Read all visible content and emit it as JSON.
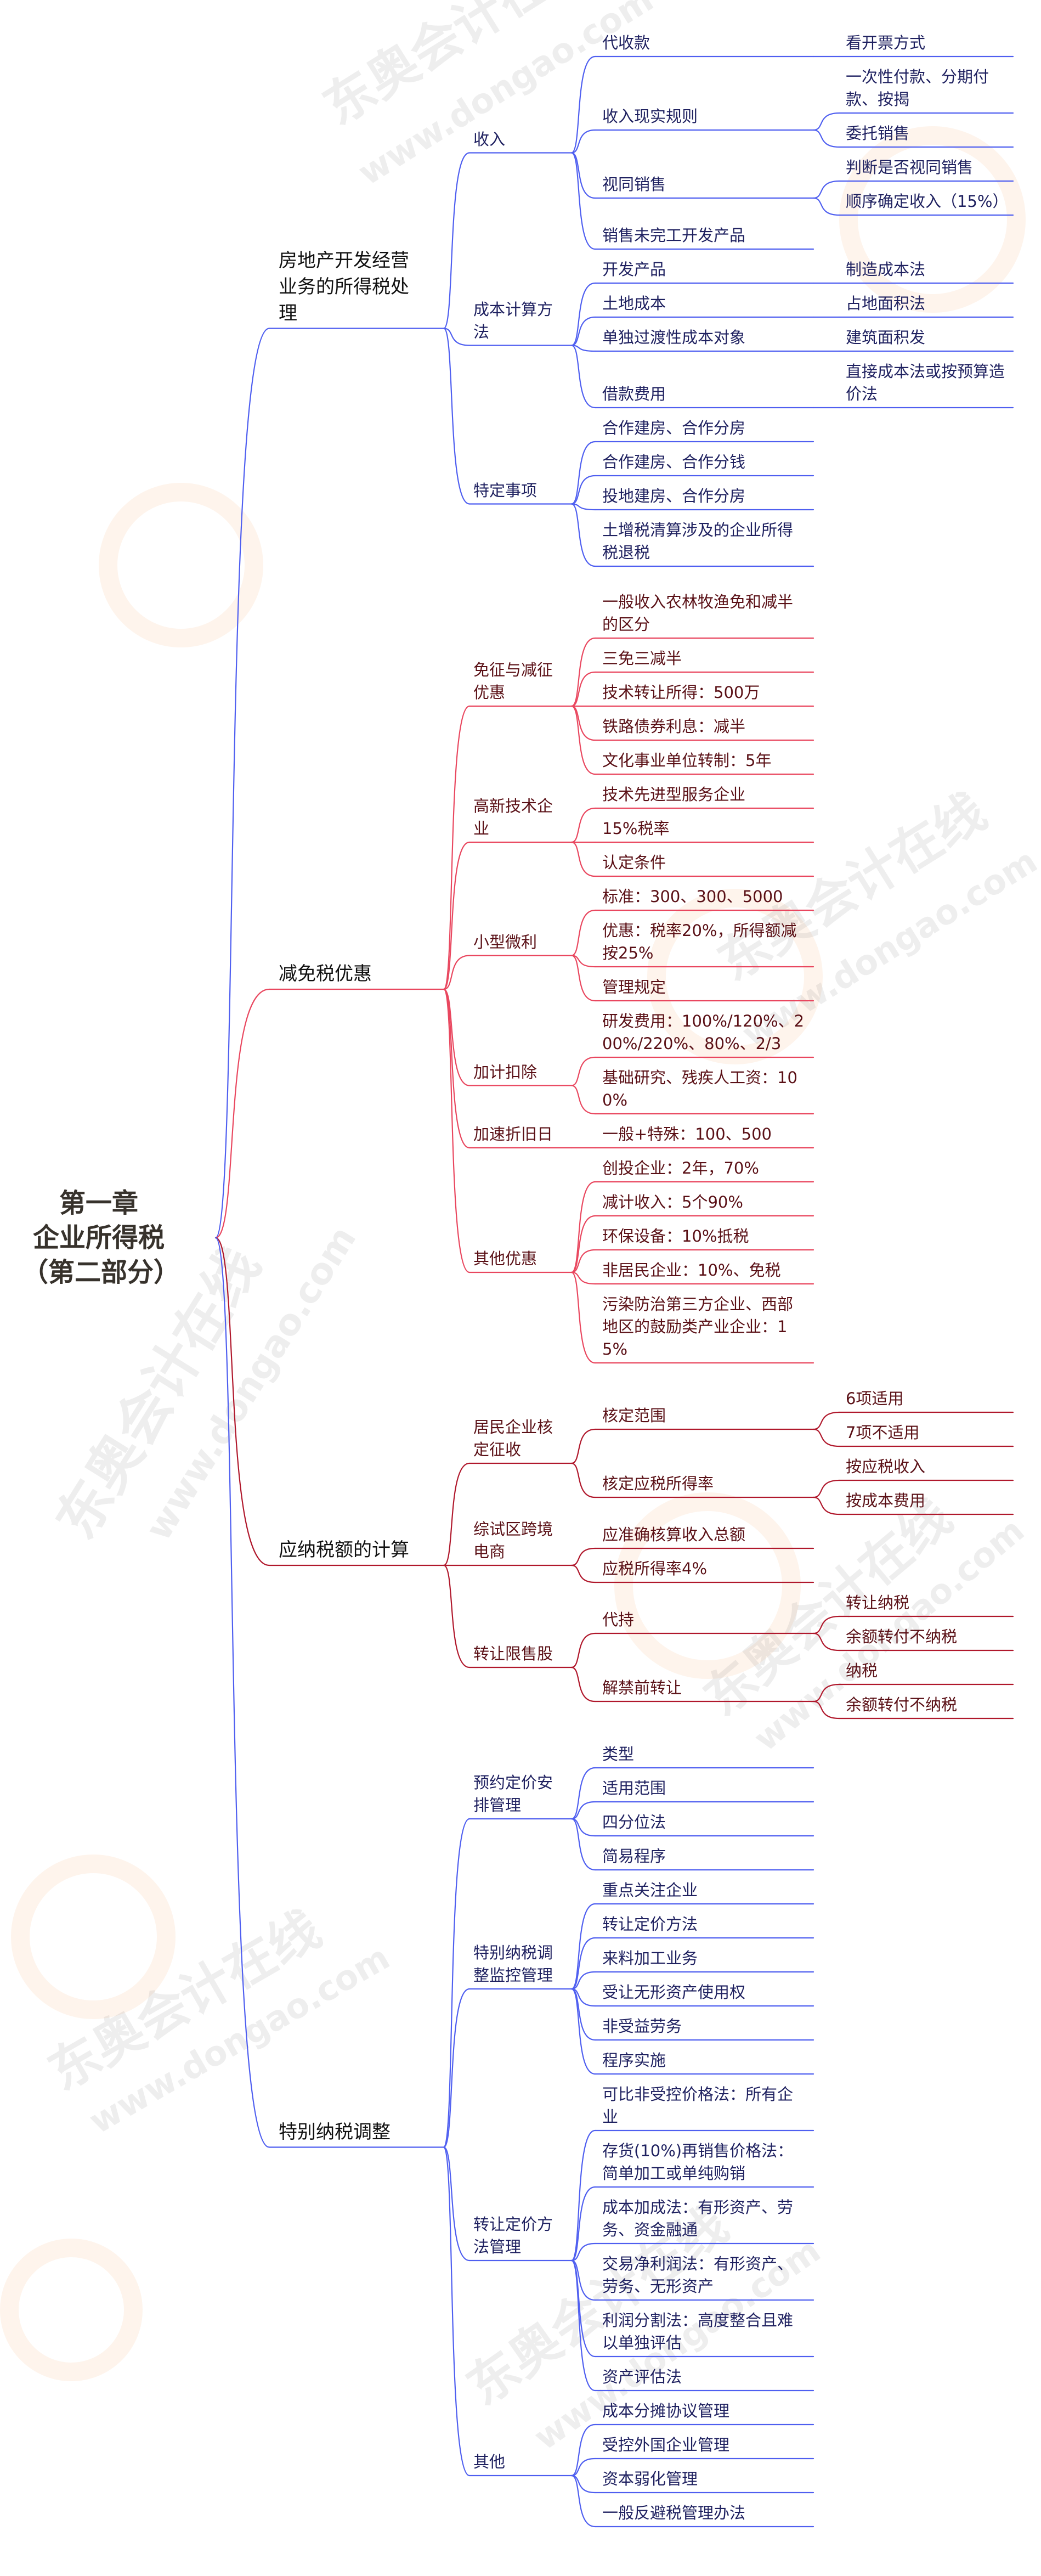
{
  "root": {
    "lines": [
      "第一章",
      "企业所得税",
      "（第二部分）"
    ]
  },
  "watermark": {
    "brand": "东奥会计在线",
    "url": "www.dongao.com",
    "ring_color": "#f59646"
  },
  "branches": [
    {
      "label": "房地产开发经营业务的所得税处理",
      "line_color": "#4f5ff0",
      "text_color": "#1f2160",
      "children": [
        {
          "label": "收入",
          "children": [
            {
              "label": "代收款",
              "children": [
                {
                  "label": "看开票方式"
                }
              ]
            },
            {
              "label": "收入现实规则",
              "children": [
                {
                  "label": "一次性付款、分期付款、按揭"
                },
                {
                  "label": "委托销售"
                }
              ]
            },
            {
              "label": "视同销售",
              "children": [
                {
                  "label": "判断是否视同销售"
                },
                {
                  "label": "顺序确定收入（15%）"
                }
              ]
            },
            {
              "label": "销售未完工开发产品"
            }
          ]
        },
        {
          "label": "成本计算方法",
          "children": [
            {
              "label": "开发产品",
              "children": [
                {
                  "label": "制造成本法"
                }
              ]
            },
            {
              "label": "土地成本",
              "children": [
                {
                  "label": "占地面积法"
                }
              ]
            },
            {
              "label": "单独过渡性成本对象",
              "children": [
                {
                  "label": "建筑面积发"
                }
              ]
            },
            {
              "label": "借款费用",
              "children": [
                {
                  "label": "直接成本法或按预算造价法"
                }
              ]
            }
          ]
        },
        {
          "label": "特定事项",
          "children": [
            {
              "label": "合作建房、合作分房"
            },
            {
              "label": "合作建房、合作分钱"
            },
            {
              "label": "投地建房、合作分房"
            },
            {
              "label": "土增税清算涉及的企业所得税退税"
            }
          ]
        }
      ]
    },
    {
      "label": "减免税优惠",
      "line_color": "#e9475f",
      "text_color": "#5a1016",
      "children": [
        {
          "label": "免征与减征优惠",
          "children": [
            {
              "label": "一般收入农林牧渔免和减半的区分"
            },
            {
              "label": "三免三减半"
            },
            {
              "label": "技术转让所得：500万"
            },
            {
              "label": "铁路债券利息：减半"
            },
            {
              "label": "文化事业单位转制：5年"
            }
          ]
        },
        {
          "label": "高新技术企业",
          "children": [
            {
              "label": "技术先进型服务企业"
            },
            {
              "label": "15%税率"
            },
            {
              "label": "认定条件"
            }
          ]
        },
        {
          "label": "小型微利",
          "children": [
            {
              "label": "标准：300、300、5000"
            },
            {
              "label": "优惠：税率20%，所得额减按25%"
            },
            {
              "label": "管理规定"
            }
          ]
        },
        {
          "label": "加计扣除",
          "children": [
            {
              "label": "研发费用：100%/120%、200%/220%、80%、2/3"
            },
            {
              "label": "基础研究、残疾人工资：100%"
            }
          ]
        },
        {
          "label": "加速折旧日",
          "children": [
            {
              "label": "一般+特殊：100、500"
            }
          ]
        },
        {
          "label": "其他优惠",
          "children": [
            {
              "label": "创投企业：2年，70%"
            },
            {
              "label": "减计收入：5个90%"
            },
            {
              "label": "环保设备：10%抵税"
            },
            {
              "label": "非居民企业：10%、免税"
            },
            {
              "label": "污染防治第三方企业、西部地区的鼓励类产业企业：15%"
            }
          ]
        }
      ]
    },
    {
      "label": "应纳税额的计算",
      "line_color": "#b0182c",
      "text_color": "#5a1016",
      "children": [
        {
          "label": "居民企业核定征收",
          "children": [
            {
              "label": "核定范围",
              "children": [
                {
                  "label": "6项适用"
                },
                {
                  "label": "7项不适用"
                }
              ]
            },
            {
              "label": "核定应税所得率",
              "children": [
                {
                  "label": "按应税收入"
                },
                {
                  "label": "按成本费用"
                }
              ]
            }
          ]
        },
        {
          "label": "综试区跨境电商",
          "children": [
            {
              "label": "应准确核算收入总额"
            },
            {
              "label": "应税所得率4%"
            }
          ]
        },
        {
          "label": "转让限售股",
          "children": [
            {
              "label": "代持",
              "children": [
                {
                  "label": "转让纳税"
                },
                {
                  "label": "余额转付不纳税"
                }
              ]
            },
            {
              "label": "解禁前转让",
              "children": [
                {
                  "label": "纳税"
                },
                {
                  "label": "余额转付不纳税"
                }
              ]
            }
          ]
        }
      ]
    },
    {
      "label": "特别纳税调整",
      "line_color": "#4f5ff0",
      "text_color": "#1f2160",
      "children": [
        {
          "label": "预约定价安排管理",
          "children": [
            {
              "label": "类型"
            },
            {
              "label": "适用范围"
            },
            {
              "label": "四分位法"
            },
            {
              "label": "简易程序"
            }
          ]
        },
        {
          "label": "特别纳税调整监控管理",
          "children": [
            {
              "label": "重点关注企业"
            },
            {
              "label": "转让定价方法"
            },
            {
              "label": "来料加工业务"
            },
            {
              "label": "受让无形资产使用权"
            },
            {
              "label": "非受益劳务"
            },
            {
              "label": "程序实施"
            }
          ]
        },
        {
          "label": "转让定价方法管理",
          "children": [
            {
              "label": "可比非受控价格法：所有企业"
            },
            {
              "label": "存货(10%)再销售价格法：简单加工或单纯购销"
            },
            {
              "label": "成本加成法：有形资产、劳务、资金融通"
            },
            {
              "label": "交易净利润法：有形资产、劳务、无形资产"
            },
            {
              "label": "利润分割法：高度整合且难以单独评估"
            },
            {
              "label": "资产评估法"
            }
          ]
        },
        {
          "label": "其他",
          "children": [
            {
              "label": "成本分摊协议管理"
            },
            {
              "label": "受控外国企业管理"
            },
            {
              "label": "资本弱化管理"
            },
            {
              "label": "一般反避税管理办法"
            }
          ]
        }
      ]
    }
  ]
}
